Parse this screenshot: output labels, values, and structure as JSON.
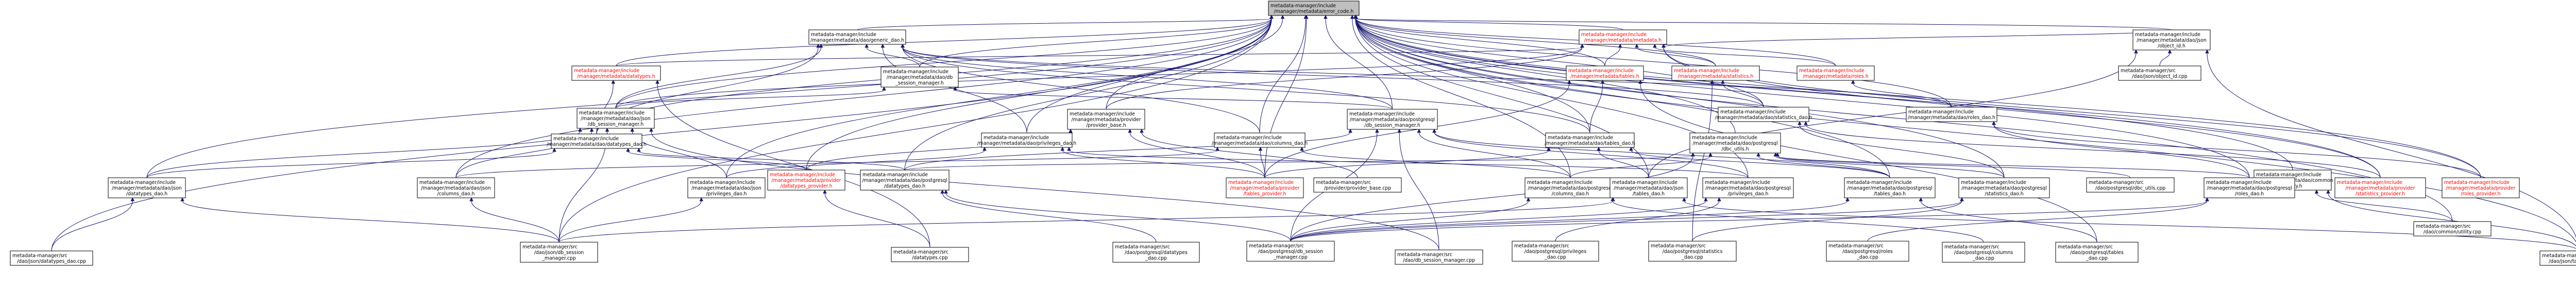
{
  "graph": {
    "nodes": [
      {
        "id": "root",
        "lines": [
          "metadata-manager/include",
          "/manager/metadata/error_code.h"
        ],
        "style": "root"
      },
      {
        "id": "mdh",
        "lines": [
          "metadata-manager/include",
          "/manager/metadata/metadata.h"
        ],
        "style": "red"
      },
      {
        "id": "gdao",
        "lines": [
          "metadata-manager/include",
          "/manager/metadata/dao/generic_dao.h"
        ],
        "style": "plain"
      },
      {
        "id": "objjson",
        "lines": [
          "metadata-manager/include",
          "/manager/metadata/dao/json",
          "/object_id.h"
        ],
        "style": "plain"
      },
      {
        "id": "dtypes",
        "lines": [
          "metadata-manager/include",
          "/manager/metadata/datatypes.h"
        ],
        "style": "red"
      },
      {
        "id": "dbsm",
        "lines": [
          "metadata-manager/include",
          "/manager/metadata/dao/db",
          "_session_manager.h"
        ],
        "style": "plain"
      },
      {
        "id": "tables",
        "lines": [
          "metadata-manager/include",
          "/manager/metadata/tables.h"
        ],
        "style": "red"
      },
      {
        "id": "stats",
        "lines": [
          "metadata-manager/include",
          "/manager/metadata/statistics.h"
        ],
        "style": "red"
      },
      {
        "id": "roles",
        "lines": [
          "metadata-manager/include",
          "/manager/metadata/roles.h"
        ],
        "style": "red"
      },
      {
        "id": "objcpp",
        "lines": [
          "metadata-manager/src",
          "/dao/json/object_id.cpp"
        ],
        "style": "plain"
      },
      {
        "id": "jsondbsm",
        "lines": [
          "metadata-manager/include",
          "/manager/metadata/dao/json",
          "/db_session_manager.h"
        ],
        "style": "plain"
      },
      {
        "id": "dtdao",
        "lines": [
          "metadata-manager/include",
          "/manager/metadata/dao/datatypes_dao.h"
        ],
        "style": "plain"
      },
      {
        "id": "privdao",
        "lines": [
          "metadata-manager/include",
          "/manager/metadata/dao/privileges_dao.h"
        ],
        "style": "plain"
      },
      {
        "id": "ppbase",
        "lines": [
          "metadata-manager/include",
          "/manager/metadata/provider",
          "/provider_base.h"
        ],
        "style": "plain"
      },
      {
        "id": "coldao",
        "lines": [
          "metadata-manager/include",
          "/manager/metadata/dao/columns_dao.h"
        ],
        "style": "plain"
      },
      {
        "id": "pgdbsm",
        "lines": [
          "metadata-manager/include",
          "/manager/metadata/dao/postgresql",
          "/db_session_manager.h"
        ],
        "style": "plain"
      },
      {
        "id": "tabdao",
        "lines": [
          "metadata-manager/include",
          "/manager/metadata/dao/tables_dao.h"
        ],
        "style": "plain"
      },
      {
        "id": "pgutils",
        "lines": [
          "metadata-manager/include",
          "/manager/metadata/dao/postgresql",
          "/dbc_utils.h"
        ],
        "style": "plain"
      },
      {
        "id": "statdao",
        "lines": [
          "metadata-manager/include",
          "/manager/metadata/dao/statistics_dao.h"
        ],
        "style": "plain"
      },
      {
        "id": "rolesdao",
        "lines": [
          "metadata-manager/include",
          "/manager/metadata/dao/roles_dao.h"
        ],
        "style": "plain"
      },
      {
        "id": "cutil",
        "lines": [
          "metadata-manager/include",
          "/manager/metadata/dao/common",
          "/utility.h"
        ],
        "style": "plain"
      },
      {
        "id": "jdtdao",
        "lines": [
          "metadata-manager/include",
          "/manager/metadata/dao/json",
          "/datatypes_dao.h"
        ],
        "style": "plain"
      },
      {
        "id": "jcoldao",
        "lines": [
          "metadata-manager/include",
          "/manager/metadata/dao/json",
          "/columns_dao.h"
        ],
        "style": "plain"
      },
      {
        "id": "jprivdao",
        "lines": [
          "metadata-manager/include",
          "/manager/metadata/dao/json",
          "/privileges_dao.h"
        ],
        "style": "plain"
      },
      {
        "id": "pdtprov",
        "lines": [
          "metadata-manager/include",
          "/manager/metadata/provider",
          "/datatypes_provider.h"
        ],
        "style": "red"
      },
      {
        "id": "pgdtdao",
        "lines": [
          "metadata-manager/include",
          "/manager/metadata/dao/postgresql",
          "/datatypes_dao.h"
        ],
        "style": "plain"
      },
      {
        "id": "ptabprov",
        "lines": [
          "metadata-manager/include",
          "/manager/metadata/provider",
          "/tables_provider.h"
        ],
        "style": "red"
      },
      {
        "id": "ppbcpp",
        "lines": [
          "metadata-manager/src",
          "/provider/provider_base.cpp"
        ],
        "style": "plain"
      },
      {
        "id": "pgcoldao",
        "lines": [
          "metadata-manager/include",
          "/manager/metadata/dao/postgresql",
          "/columns_dao.h"
        ],
        "style": "plain"
      },
      {
        "id": "jtabdao",
        "lines": [
          "metadata-manager/include",
          "/manager/metadata/dao/json",
          "/tables_dao.h"
        ],
        "style": "plain"
      },
      {
        "id": "pgprivdao",
        "lines": [
          "metadata-manager/include",
          "/manager/metadata/dao/postgresql",
          "/privileges_dao.h"
        ],
        "style": "plain"
      },
      {
        "id": "pgtabdao",
        "lines": [
          "metadata-manager/include",
          "/manager/metadata/dao/postgresql",
          "/tables_dao.h"
        ],
        "style": "plain"
      },
      {
        "id": "pgstatdao",
        "lines": [
          "metadata-manager/include",
          "/manager/metadata/dao/postgresql",
          "/statistics_dao.h"
        ],
        "style": "plain"
      },
      {
        "id": "pgutilscpp",
        "lines": [
          "metadata-manager/src",
          "/dao/postgresql/dbc_utils.cpp"
        ],
        "style": "plain"
      },
      {
        "id": "pgrolesdao",
        "lines": [
          "metadata-manager/include",
          "/manager/metadata/dao/postgresql",
          "/roles_dao.h"
        ],
        "style": "plain"
      },
      {
        "id": "pstatprov",
        "lines": [
          "metadata-manager/include",
          "/manager/metadata/provider",
          "/statistics_provider.h"
        ],
        "style": "red"
      },
      {
        "id": "prolesprov",
        "lines": [
          "metadata-manager/include",
          "/manager/metadata/provider",
          "/roles_provider.h"
        ],
        "style": "red"
      },
      {
        "id": "cutilcpp",
        "lines": [
          "metadata-manager/src",
          "/dao/common/utility.cpp"
        ],
        "style": "plain"
      },
      {
        "id": "jdtdaocpp",
        "lines": [
          "metadata-manager/src",
          "/dao/json/datatypes_dao.cpp"
        ],
        "style": "plain"
      },
      {
        "id": "jdbsmcpp",
        "lines": [
          "metadata-manager/src",
          "/dao/json/db_session",
          "_manager.cpp"
        ],
        "style": "plain"
      },
      {
        "id": "dtcpp",
        "lines": [
          "metadata-manager/src",
          "/datatypes.cpp"
        ],
        "style": "plain"
      },
      {
        "id": "pgdtcpp",
        "lines": [
          "metadata-manager/src",
          "/dao/postgresql/datatypes",
          "_dao.cpp"
        ],
        "style": "plain"
      },
      {
        "id": "pgdbsmcpp",
        "lines": [
          "metadata-manager/src",
          "/dao/postgresql/db_session",
          "_manager.cpp"
        ],
        "style": "plain"
      },
      {
        "id": "dbsmcpp",
        "lines": [
          "metadata-manager/src",
          "/dao/db_session_manager.cpp"
        ],
        "style": "plain"
      },
      {
        "id": "pgprivcpp",
        "lines": [
          "metadata-manager/src",
          "/dao/postgresql/privileges",
          "_dao.cpp"
        ],
        "style": "plain"
      },
      {
        "id": "pgstatcpp",
        "lines": [
          "metadata-manager/src",
          "/dao/postgresql/statistics",
          "_dao.cpp"
        ],
        "style": "plain"
      },
      {
        "id": "pgrolescpp",
        "lines": [
          "metadata-manager/src",
          "/dao/postgresql/roles",
          "_dao.cpp"
        ],
        "style": "plain"
      },
      {
        "id": "pgcolcpp",
        "lines": [
          "metadata-manager/src",
          "/dao/postgresql/columns",
          "_dao.cpp"
        ],
        "style": "plain"
      },
      {
        "id": "pgtabcpp",
        "lines": [
          "metadata-manager/src",
          "/dao/postgresql/tables",
          "_dao.cpp"
        ],
        "style": "plain"
      },
      {
        "id": "jtabcpp",
        "lines": [
          "metadata-manager/src",
          "/dao/json/tables_dao.cpp"
        ],
        "style": "plain"
      }
    ],
    "edges": [
      [
        "mdh",
        "root"
      ],
      [
        "gdao",
        "root"
      ],
      [
        "objjson",
        "root"
      ],
      [
        "dtypes",
        "root"
      ],
      [
        "dbsm",
        "root"
      ],
      [
        "tables",
        "root"
      ],
      [
        "stats",
        "root"
      ],
      [
        "roles",
        "root"
      ],
      [
        "jsondbsm",
        "root"
      ],
      [
        "dtdao",
        "root"
      ],
      [
        "privdao",
        "root"
      ],
      [
        "ppbase",
        "root"
      ],
      [
        "coldao",
        "root"
      ],
      [
        "pgdbsm",
        "root"
      ],
      [
        "tabdao",
        "root"
      ],
      [
        "pgutils",
        "root"
      ],
      [
        "statdao",
        "root"
      ],
      [
        "rolesdao",
        "root"
      ],
      [
        "cutil",
        "root"
      ],
      [
        "jdtdao",
        "root"
      ],
      [
        "jcoldao",
        "root"
      ],
      [
        "jprivdao",
        "root"
      ],
      [
        "pdtprov",
        "root"
      ],
      [
        "pgdtdao",
        "root"
      ],
      [
        "ptabprov",
        "root"
      ],
      [
        "pgcoldao",
        "root"
      ],
      [
        "jtabdao",
        "root"
      ],
      [
        "pgprivdao",
        "root"
      ],
      [
        "pgtabdao",
        "root"
      ],
      [
        "pgstatdao",
        "root"
      ],
      [
        "pgrolesdao",
        "root"
      ],
      [
        "pstatprov",
        "root"
      ],
      [
        "prolesprov",
        "root"
      ],
      [
        "jdtdaocpp",
        "root"
      ],
      [
        "jdbsmcpp",
        "root"
      ],
      [
        "cutilcpp",
        "root"
      ],
      [
        "jtabcpp",
        "root"
      ],
      [
        "dtypes",
        "mdh"
      ],
      [
        "tables",
        "mdh"
      ],
      [
        "stats",
        "mdh"
      ],
      [
        "roles",
        "mdh"
      ],
      [
        "objjson",
        "mdh"
      ],
      [
        "ppbase",
        "mdh"
      ],
      [
        "pstatprov",
        "mdh"
      ],
      [
        "prolesprov",
        "mdh"
      ],
      [
        "jsondbsm",
        "mdh"
      ],
      [
        "dbsm",
        "gdao"
      ],
      [
        "dtdao",
        "gdao"
      ],
      [
        "privdao",
        "gdao"
      ],
      [
        "coldao",
        "gdao"
      ],
      [
        "tabdao",
        "gdao"
      ],
      [
        "statdao",
        "gdao"
      ],
      [
        "rolesdao",
        "gdao"
      ],
      [
        "pgdbsm",
        "gdao"
      ],
      [
        "jsondbsm",
        "gdao"
      ],
      [
        "objcpp",
        "objjson"
      ],
      [
        "jtabcpp",
        "objjson"
      ],
      [
        "jtabdao",
        "objjson"
      ],
      [
        "dtdao",
        "dtypes"
      ],
      [
        "dtcpp",
        "dtypes"
      ],
      [
        "jsondbsm",
        "dbsm"
      ],
      [
        "pgdbsm",
        "dbsm"
      ],
      [
        "tabdao",
        "tables"
      ],
      [
        "ptabprov",
        "tables"
      ],
      [
        "pgtabcpp",
        "tables"
      ],
      [
        "statdao",
        "stats"
      ],
      [
        "pgstatcpp",
        "stats"
      ],
      [
        "rolesdao",
        "roles"
      ],
      [
        "jdtdao",
        "jsondbsm"
      ],
      [
        "jcoldao",
        "jsondbsm"
      ],
      [
        "jprivdao",
        "jsondbsm"
      ],
      [
        "jdbsmcpp",
        "jsondbsm"
      ],
      [
        "jdtdao",
        "dtdao"
      ],
      [
        "pdtprov",
        "dtdao"
      ],
      [
        "pgdtdao",
        "dtdao"
      ],
      [
        "jprivdao",
        "privdao"
      ],
      [
        "ptabprov",
        "privdao"
      ],
      [
        "pgprivdao",
        "privdao"
      ],
      [
        "pdtprov",
        "ppbase"
      ],
      [
        "ptabprov",
        "ppbase"
      ],
      [
        "ppbcpp",
        "ppbase"
      ],
      [
        "jcoldao",
        "coldao"
      ],
      [
        "ptabprov",
        "coldao"
      ],
      [
        "pgcoldao",
        "coldao"
      ],
      [
        "pgdtdao",
        "pgdbsm"
      ],
      [
        "pgcoldao",
        "pgdbsm"
      ],
      [
        "pgprivdao",
        "pgdbsm"
      ],
      [
        "pgtabdao",
        "pgdbsm"
      ],
      [
        "pgdbsmcpp",
        "pgdbsm"
      ],
      [
        "jtabdao",
        "tabdao"
      ],
      [
        "pgtabdao",
        "tabdao"
      ],
      [
        "ptabprov",
        "tabdao"
      ],
      [
        "pgdtdao",
        "pgutils"
      ],
      [
        "pgcoldao",
        "pgutils"
      ],
      [
        "pgtabdao",
        "pgutils"
      ],
      [
        "pgstatdao",
        "pgutils"
      ],
      [
        "pgutilscpp",
        "pgutils"
      ],
      [
        "pgrolesdao",
        "pgutils"
      ],
      [
        "pgdbsmcpp",
        "pgutils"
      ],
      [
        "pgstatdao",
        "statdao"
      ],
      [
        "pstatprov",
        "statdao"
      ],
      [
        "pgrolesdao",
        "rolesdao"
      ],
      [
        "prolesprov",
        "rolesdao"
      ],
      [
        "cutilcpp",
        "cutil"
      ],
      [
        "jtabcpp",
        "cutil"
      ],
      [
        "jdtdaocpp",
        "jdtdao"
      ],
      [
        "jdbsmcpp",
        "jcoldao"
      ],
      [
        "jdbsmcpp",
        "jprivdao"
      ],
      [
        "jdbsmcpp",
        "jdtdao"
      ],
      [
        "dtcpp",
        "pdtprov"
      ],
      [
        "pgdtcpp",
        "pgdtdao"
      ],
      [
        "pgdbsmcpp",
        "pgdtdao"
      ],
      [
        "pgcolcpp",
        "pgcoldao"
      ],
      [
        "pgdbsmcpp",
        "pgcoldao"
      ],
      [
        "jtabcpp",
        "jtabdao"
      ],
      [
        "jdbsmcpp",
        "jtabdao"
      ],
      [
        "pgprivcpp",
        "pgprivdao"
      ],
      [
        "pgdbsmcpp",
        "pgprivdao"
      ],
      [
        "pgtabcpp",
        "pgtabdao"
      ],
      [
        "pgdbsmcpp",
        "pgtabdao"
      ],
      [
        "pgstatcpp",
        "pgstatdao"
      ],
      [
        "pgdbsmcpp",
        "pgstatdao"
      ],
      [
        "pgrolescpp",
        "pgrolesdao"
      ],
      [
        "pgdbsmcpp",
        "pgrolesdao"
      ],
      [
        "dbsmcpp",
        "pgdbsm"
      ],
      [
        "dbsmcpp",
        "jsondbsm"
      ]
    ]
  }
}
